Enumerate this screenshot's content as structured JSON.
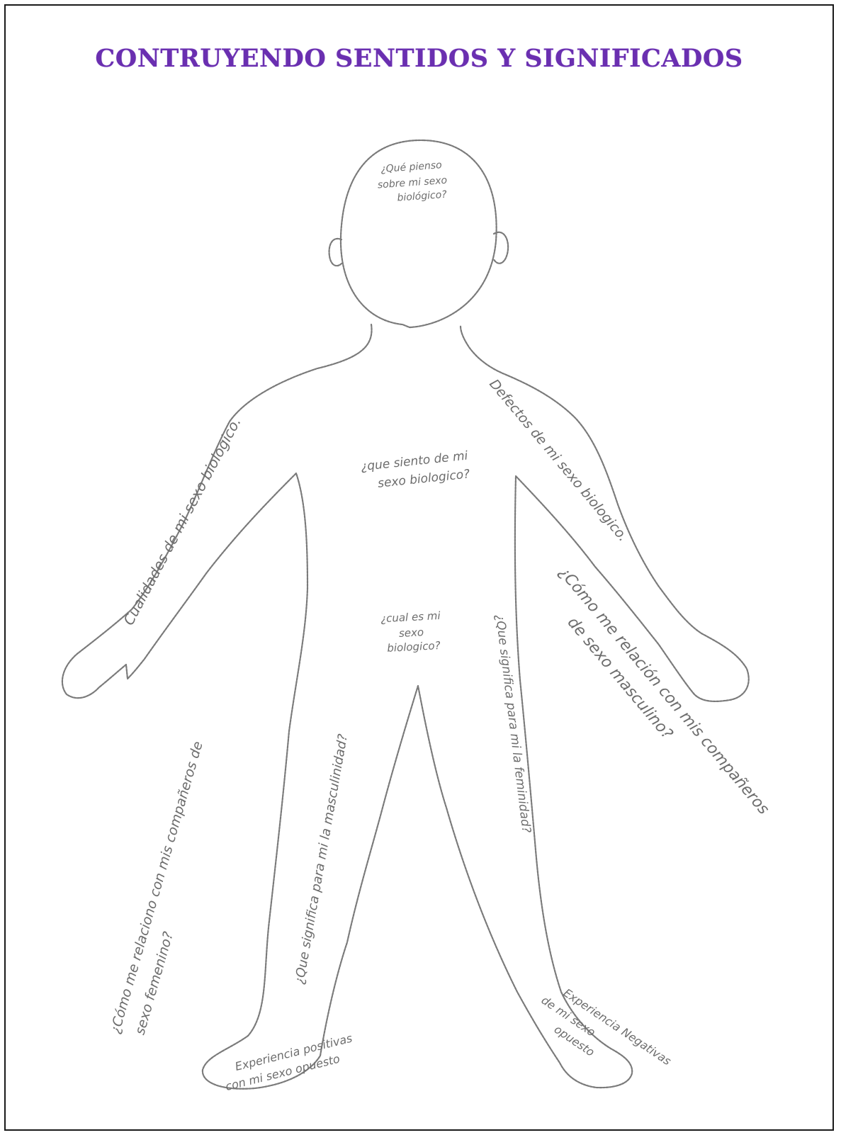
{
  "title": "CONTRUYENDO SENTIDOS Y SIGNIFICADOS",
  "annotations": {
    "head": [
      "¿Qué pienso",
      "sobre mi sexo",
      "biológico?"
    ],
    "chest": [
      "¿que siento de mi",
      "sexo biologico?"
    ],
    "pelvis": [
      "¿cual es mi",
      "sexo",
      "biologico?"
    ],
    "left_arm": "Cualidades de mi sexo biologico.",
    "right_arm": "Defectos de mi sexo biologico.",
    "left_side": [
      "¿Cómo me relaciono con mis compañeros de",
      "sexo femenino?"
    ],
    "right_side": [
      "¿Cómo me relación con mis compañeros",
      "de sexo masculino?"
    ],
    "left_leg": "¿Que significa para mi la masculinidad?",
    "right_leg": "¿Que significa para mi la feminidad?",
    "left_foot": [
      "Experiencia positivas",
      "con mi sexo opuesto"
    ],
    "right_foot": [
      "Experiencia Negativas",
      "de mi sexo",
      "opuesto"
    ]
  },
  "colors": {
    "title": "#6a2fb0",
    "outline": "#7a7a7a",
    "handwriting": "#6d6d6d"
  }
}
